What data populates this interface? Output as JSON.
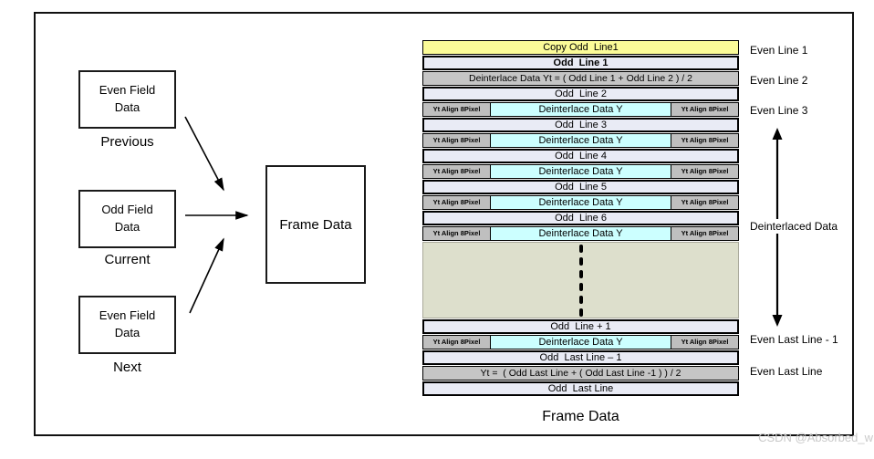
{
  "diagram": {
    "fields": [
      {
        "box": "Even Field Data",
        "label": "Previous"
      },
      {
        "box": "Odd Field Data",
        "label": "Current"
      },
      {
        "box": "Even Field Data",
        "label": "Next"
      }
    ],
    "frame_box_label": "Frame Data"
  },
  "stack": {
    "caption": "Frame Data",
    "deint_left": "Yt Align 8Pixel",
    "deint_center": "Deinterlace Data Y",
    "deint_right": "Yt Align 8Pixel",
    "rows": [
      {
        "type": "copy",
        "text": "Copy Odd  Line1"
      },
      {
        "type": "odd",
        "text": "Odd  Line 1",
        "bold": true
      },
      {
        "type": "formula",
        "text": "Deinterlace Data Yt = ( Odd Line 1 + Odd Line 2 ) / 2"
      },
      {
        "type": "odd",
        "text": "Odd  Line 2"
      },
      {
        "type": "deint"
      },
      {
        "type": "odd",
        "text": "Odd  Line 3"
      },
      {
        "type": "deint"
      },
      {
        "type": "odd",
        "text": "Odd  Line 4"
      },
      {
        "type": "deint"
      },
      {
        "type": "odd",
        "text": "Odd  Line 5"
      },
      {
        "type": "deint"
      },
      {
        "type": "odd",
        "text": "Odd  Line 6"
      },
      {
        "type": "deint"
      },
      {
        "type": "gap"
      },
      {
        "type": "odd",
        "text": "Odd  Line + 1"
      },
      {
        "type": "deint"
      },
      {
        "type": "odd",
        "text": "Odd  Last Line – 1"
      },
      {
        "type": "formula",
        "text": "Yt =  ( Odd Last Line + ( Odd Last Line -1 ) ) / 2"
      },
      {
        "type": "odd",
        "text": "Odd  Last Line"
      }
    ]
  },
  "side_labels": [
    {
      "text": "Even Line 1"
    },
    {
      "text": "Even Line 2"
    },
    {
      "text": "Even Line 3"
    },
    {
      "text": "Deinterlaced Data"
    },
    {
      "text": "Even Last Line - 1"
    },
    {
      "text": "Even Last Line"
    }
  ],
  "watermark": "CSDN @Absorbed_w",
  "colors": {
    "copy_yellow": "#FBFB98",
    "odd_lavender": "#E9EBF5",
    "formula_gray": "#C5C5C5",
    "align_gray": "#BFBFBF",
    "deint_cyan": "#CCFFFF",
    "gap_olive": "#DDDFCC"
  }
}
